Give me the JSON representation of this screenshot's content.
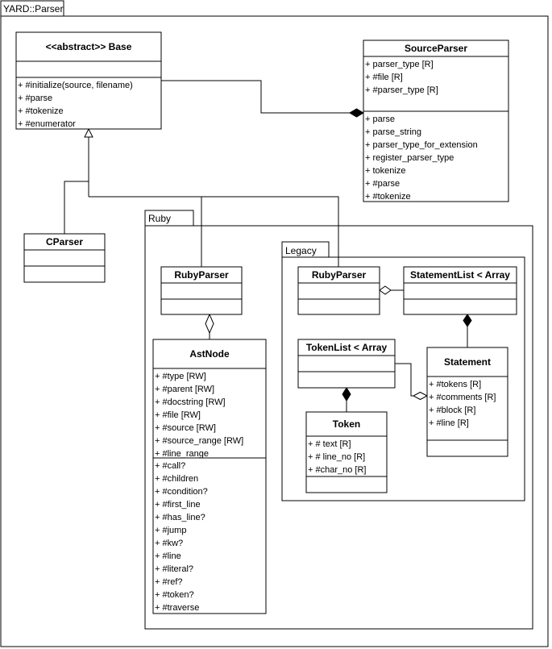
{
  "packages": {
    "yard_parser": "YARD::Parser",
    "ruby": "Ruby",
    "legacy": "Legacy"
  },
  "classes": {
    "base": {
      "name": "<<abstract>> Base",
      "attributes": [],
      "methods": [
        "+ #initialize(source, filename)",
        "+ #parse",
        "+ #tokenize",
        "+ #enumerator"
      ]
    },
    "source_parser": {
      "name": "SourceParser",
      "attributes": [
        "+ parser_type [R]",
        "+ #file [R]",
        "+ #parser_type [R]"
      ],
      "methods": [
        "+ parse",
        "+ parse_string",
        "+ parser_type_for_extension",
        "+ register_parser_type",
        "+ tokenize",
        "+ #parse",
        "+ #tokenize"
      ]
    },
    "cparser": {
      "name": "CParser",
      "attributes": [],
      "methods": []
    },
    "ruby_parser": {
      "name": "RubyParser",
      "attributes": [],
      "methods": []
    },
    "ast_node": {
      "name": "AstNode",
      "attributes": [
        "+ #type [RW]",
        "+ #parent [RW]",
        "+ #docstring [RW]",
        "+ #file [RW]",
        "+ #source [RW]",
        "+ #source_range [RW]",
        "+ #line_range"
      ],
      "methods": [
        "+ #call?",
        "+ #children",
        "+ #condition?",
        "+ #first_line",
        "+ #has_line?",
        "+ #jump",
        "+ #kw?",
        "+ #line",
        "+ #literal?",
        "+ #ref?",
        "+ #token?",
        "+ #traverse"
      ]
    },
    "legacy_ruby_parser": {
      "name": "RubyParser",
      "attributes": [],
      "methods": []
    },
    "statement_list": {
      "name": "StatementList < Array",
      "attributes": [],
      "methods": []
    },
    "token_list": {
      "name": "TokenList < Array",
      "attributes": [],
      "methods": []
    },
    "statement": {
      "name": "Statement",
      "attributes": [
        "+ #tokens [R]",
        "+ #comments [R]",
        "+ #block [R]",
        "+ #line [R]"
      ],
      "methods": []
    },
    "token": {
      "name": "Token",
      "attributes": [
        "+ # text [R]",
        "+ # line_no [R]",
        "+ #char_no [R]"
      ],
      "methods": []
    }
  }
}
